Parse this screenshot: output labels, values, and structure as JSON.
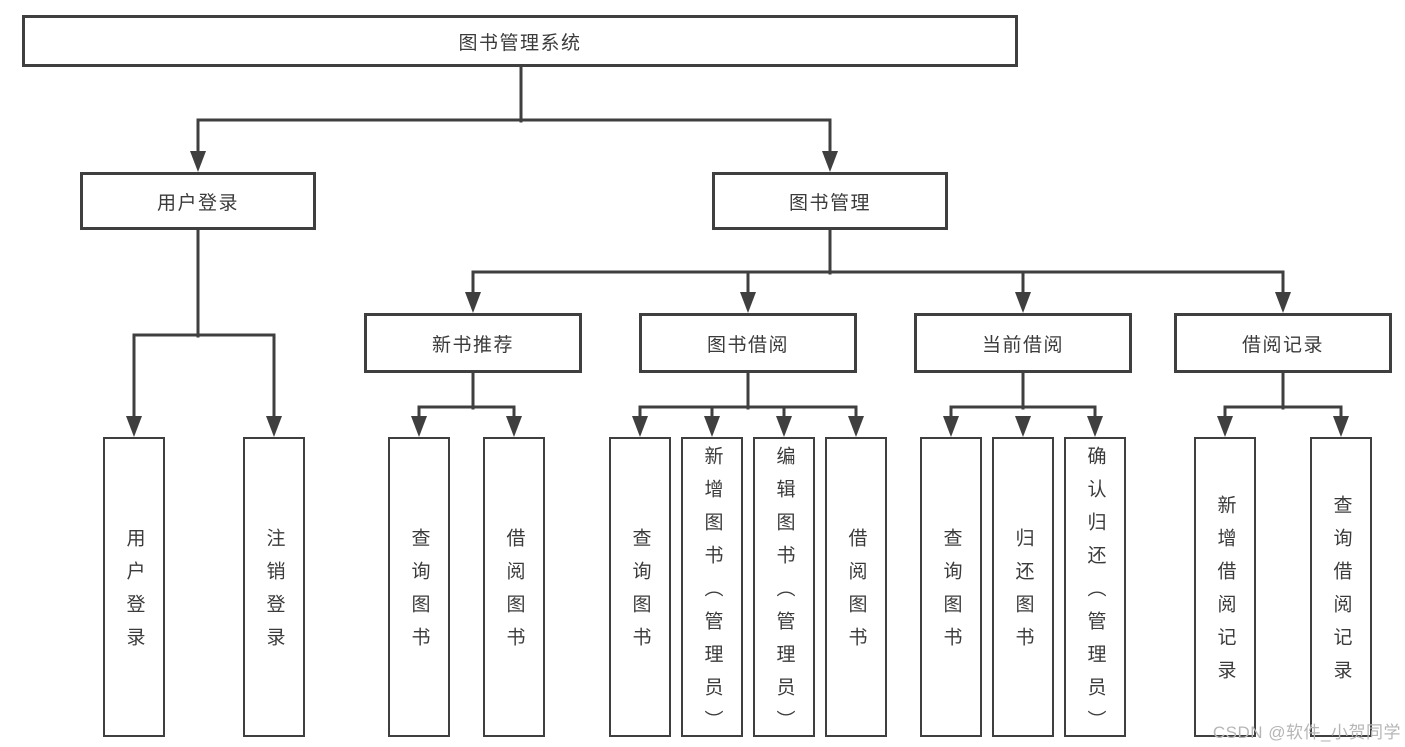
{
  "tree": {
    "root": "图书管理系统",
    "children": [
      {
        "label": "用户登录",
        "children": [
          "用户登录",
          "注销登录"
        ]
      },
      {
        "label": "图书管理",
        "children": [
          {
            "label": "新书推荐",
            "children": [
              "查询图书",
              "借阅图书"
            ]
          },
          {
            "label": "图书借阅",
            "children": [
              "查询图书",
              "新增图书（管理员）",
              "编辑图书（管理员）",
              "借阅图书"
            ]
          },
          {
            "label": "当前借阅",
            "children": [
              "查询图书",
              "归还图书",
              "确认归还（管理员）"
            ]
          },
          {
            "label": "借阅记录",
            "children": [
              "新增借阅记录",
              "查询借阅记录"
            ]
          }
        ]
      }
    ]
  },
  "watermark": {
    "text": "CSDN @软件_小贺同学"
  },
  "colors": {
    "line": "#3f3f3f",
    "box_border": "#3f3f3f",
    "text": "#3b3b3b",
    "watermark": "#b6b6b6",
    "background": "#ffffff"
  }
}
